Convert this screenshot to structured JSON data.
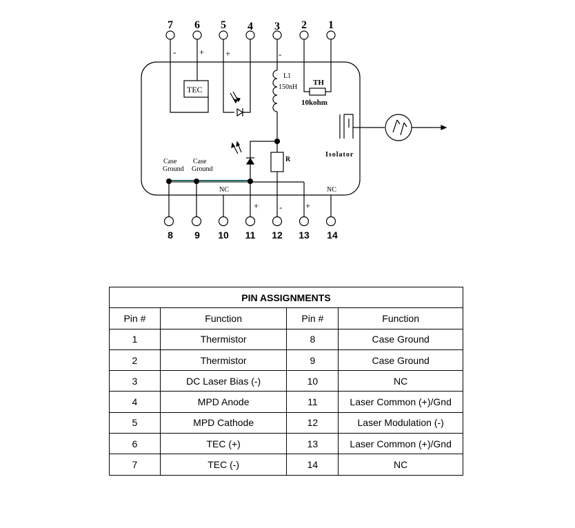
{
  "diagram": {
    "top_pins": [
      "7",
      "6",
      "5",
      "4",
      "3",
      "2",
      "1"
    ],
    "bottom_pins": [
      "8",
      "9",
      "10",
      "11",
      "12",
      "13",
      "14"
    ],
    "polarity": {
      "p7": "-",
      "p6": "+",
      "p5": "+",
      "p3": "-",
      "p11": "+",
      "p12": "-",
      "p13": "+"
    },
    "labels": {
      "tec": "TEC",
      "inductor_name": "L1",
      "inductor_value": "150nH",
      "thermistor_name": "TH",
      "thermistor_value": "10kohm",
      "isolator": "Isolator",
      "resistor": "R",
      "case": "Case",
      "ground": "Ground",
      "nc": "NC"
    }
  },
  "table": {
    "title": "PIN ASSIGNMENTS",
    "headers": [
      "Pin #",
      "Function",
      "Pin #",
      "Function"
    ],
    "rows": [
      [
        "1",
        "Thermistor",
        "8",
        "Case Ground"
      ],
      [
        "2",
        "Thermistor",
        "9",
        "Case Ground"
      ],
      [
        "3",
        "DC Laser Bias (-)",
        "10",
        "NC"
      ],
      [
        "4",
        "MPD Anode",
        "11",
        "Laser Common (+)/Gnd"
      ],
      [
        "5",
        "MPD Cathode",
        "12",
        "Laser Modulation (-)"
      ],
      [
        "6",
        "TEC (+)",
        "13",
        "Laser Common (+)/Gnd"
      ],
      [
        "7",
        "TEC (-)",
        "14",
        "NC"
      ]
    ]
  },
  "colors": {
    "line": "#000000",
    "ground_bus": "#1f6b6b"
  }
}
